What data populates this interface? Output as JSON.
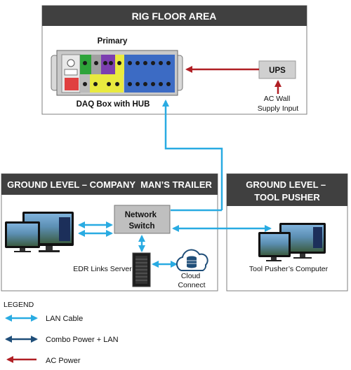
{
  "sections": {
    "rig_floor": {
      "title": "RIG FLOOR AREA"
    },
    "company_trailer": {
      "title": "GROUND LEVEL – COMPANY  MAN’S TRAILER"
    },
    "tool_pusher": {
      "title_line1": "GROUND LEVEL –",
      "title_line2": "TOOL PUSHER"
    }
  },
  "labels": {
    "primary": "Primary",
    "daq_box": "DAQ Box with HUB",
    "ups": "UPS",
    "ac_wall_line1": "AC Wall",
    "ac_wall_line2": "Supply Input",
    "network_switch_line1": "Network",
    "network_switch_line2": "Switch",
    "edr_server": "EDR Links Server",
    "cloud_line1": "Cloud",
    "cloud_line2": "Connect",
    "tool_pusher_computer": "Tool Pusher’s Computer"
  },
  "legend": {
    "title": "LEGEND",
    "items": [
      {
        "label": "LAN Cable",
        "color": "#29abe2"
      },
      {
        "label": "Combo Power + LAN",
        "color": "#1f4e79"
      },
      {
        "label": "AC Power",
        "color": "#b01f24"
      }
    ]
  },
  "colors": {
    "header_bg": "#404040",
    "header_text": "#ffffff",
    "lan": "#29abe2",
    "combo": "#1f4e79",
    "ac_power": "#b01f24",
    "switch_fill": "#bfbfbf"
  },
  "icons": {
    "daq": "daq-box-icon",
    "server": "server-rack-icon",
    "cloud": "cloud-database-icon",
    "computer": "dual-monitor-computer-icon"
  }
}
